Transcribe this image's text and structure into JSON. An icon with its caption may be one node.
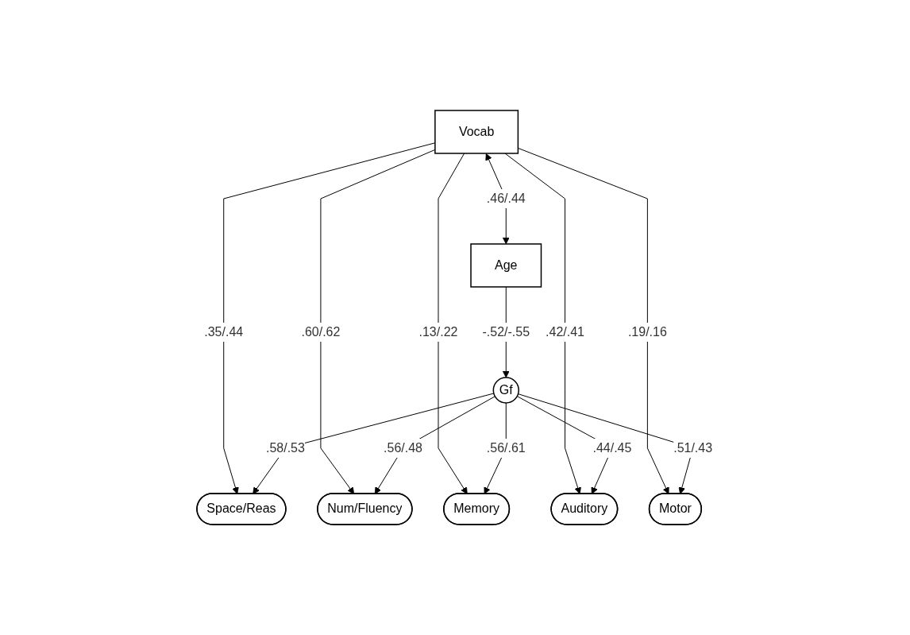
{
  "diagram": {
    "nodes": [
      {
        "text": [
          "Age"
        ]
      },
      {
        "text": [
          "Vocab"
        ]
      },
      {
        "text": [
          "Gf"
        ]
      },
      {
        "text": [
          "Space/Reas"
        ]
      },
      {
        "text": [
          "Num/Fluency"
        ]
      },
      {
        "text": [
          "Memory"
        ]
      },
      {
        "text": [
          "Auditory"
        ]
      },
      {
        "text": [
          "Motor"
        ]
      }
    ],
    "edges": [
      {
        "from": 0,
        "to": 1,
        "arrow": "both",
        "label": ".46/.44"
      },
      {
        "from": 0,
        "to": 2,
        "arrow": "to",
        "label": "-.52/-.55"
      },
      {
        "from": 1,
        "to": 3,
        "arrow": "to",
        "label": ".35/.44"
      },
      {
        "from": 1,
        "to": 4,
        "arrow": "to",
        "label": ".60/.62"
      },
      {
        "from": 1,
        "to": 5,
        "arrow": "to",
        "label": ".13/.22"
      },
      {
        "from": 1,
        "to": 6,
        "arrow": "to",
        "label": ".42/.41"
      },
      {
        "from": 1,
        "to": 7,
        "arrow": "to",
        "label": ".19/.16"
      },
      {
        "from": 2,
        "to": 3,
        "arrow": "to",
        "label": ".58/.53"
      },
      {
        "from": 2,
        "to": 4,
        "arrow": "to",
        "label": ".56/.48"
      },
      {
        "from": 2,
        "to": 5,
        "arrow": "to",
        "label": ".56/.61"
      },
      {
        "from": 2,
        "to": 6,
        "arrow": "to",
        "label": ".44/.45"
      },
      {
        "from": 2,
        "to": 7,
        "arrow": "to",
        "label": ".51/.43"
      }
    ]
  }
}
